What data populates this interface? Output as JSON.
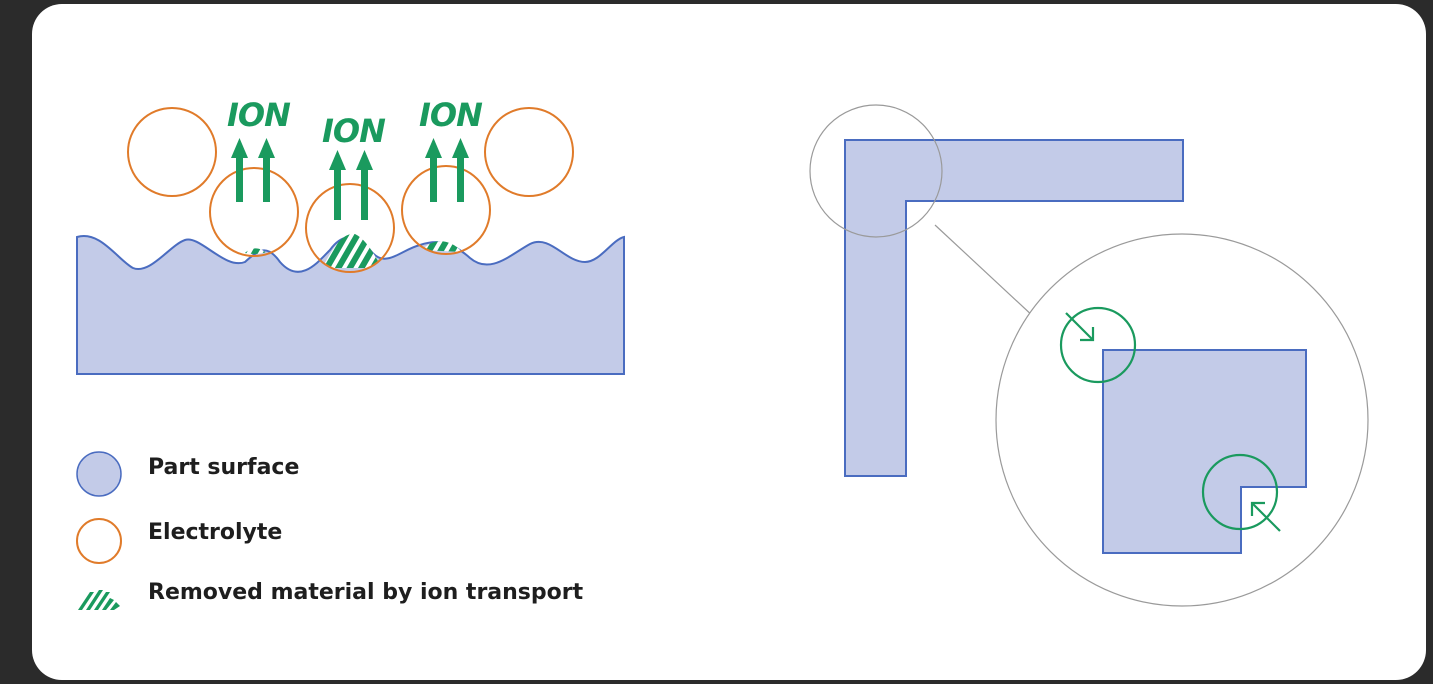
{
  "ion_labels": [
    "ION",
    "ION",
    "ION"
  ],
  "legend": {
    "part_surface": "Part surface",
    "electrolyte": "Electrolyte",
    "removed_material": "Removed material by ion transport"
  },
  "colors": {
    "part_fill": "#c3cbe8",
    "part_stroke": "#4a6cc0",
    "electrolyte": "#e07b2a",
    "ion": "#1a9a5e",
    "magnifier": "#9a9a9a"
  }
}
